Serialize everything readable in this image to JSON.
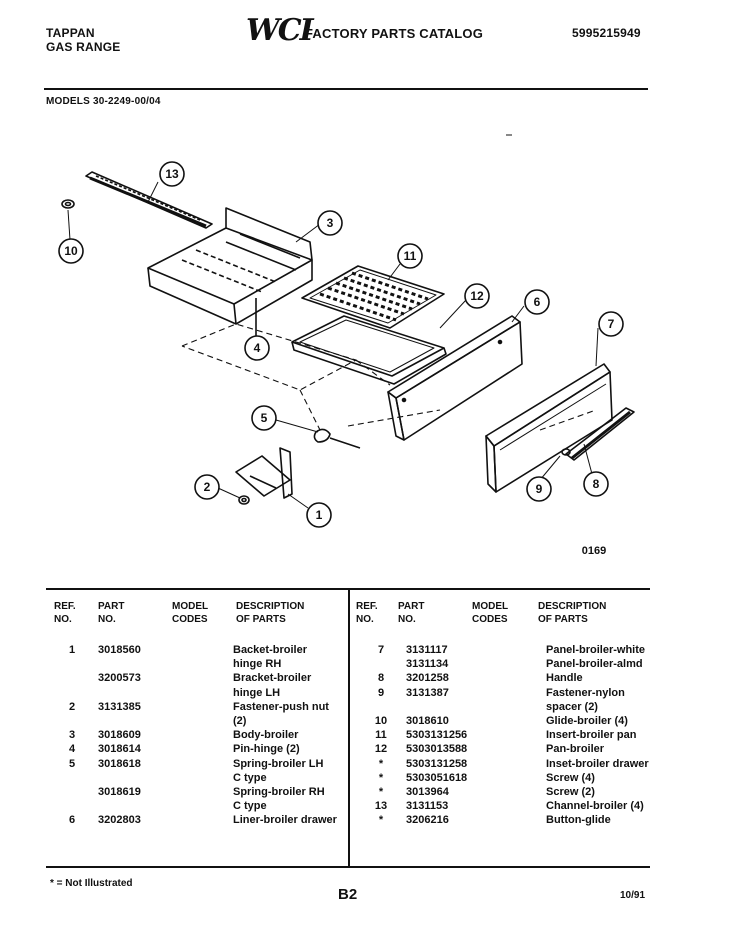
{
  "header": {
    "brand": "TAPPAN",
    "product": "GAS RANGE",
    "logo": "WCI",
    "catalog_title": "FACTORY PARTS CATALOG",
    "catalog_number": "5995215949",
    "models": "MODELS 30-2249-00/04"
  },
  "diagram": {
    "callouts": [
      "1",
      "2",
      "3",
      "4",
      "5",
      "6",
      "7",
      "8",
      "9",
      "10",
      "11",
      "12",
      "13"
    ],
    "figure_code": "0169"
  },
  "table": {
    "headers": {
      "ref_no": "REF.\nNO.",
      "part_no": "PART\nNO.",
      "model_codes": "MODEL\nCODES",
      "description": "DESCRIPTION\nOF PARTS"
    },
    "left_rows": [
      {
        "ref": "1",
        "part": "3018560",
        "desc": "Backet-broiler\nhinge RH"
      },
      {
        "ref": "",
        "part": "3200573",
        "desc": "Bracket-broiler\nhinge LH"
      },
      {
        "ref": "2",
        "part": "3131385",
        "desc": "Fastener-push nut\n(2)"
      },
      {
        "ref": "3",
        "part": "3018609",
        "desc": "Body-broiler"
      },
      {
        "ref": "4",
        "part": "3018614",
        "desc": "Pin-hinge (2)"
      },
      {
        "ref": "5",
        "part": "3018618",
        "desc": "Spring-broiler LH\nC type"
      },
      {
        "ref": "",
        "part": "3018619",
        "desc": "Spring-broiler RH\nC type"
      },
      {
        "ref": "6",
        "part": "3202803",
        "desc": "Liner-broiler drawer"
      }
    ],
    "right_rows": [
      {
        "ref": "7",
        "part": "3131117\n3131134",
        "desc": "Panel-broiler-white\nPanel-broiler-almd"
      },
      {
        "ref": "8",
        "part": "3201258",
        "desc": "Handle"
      },
      {
        "ref": "9",
        "part": "3131387",
        "desc": "Fastener-nylon\nspacer (2)"
      },
      {
        "ref": "10",
        "part": "3018610",
        "desc": "Glide-broiler (4)"
      },
      {
        "ref": "11",
        "part": "5303131256",
        "desc": "Insert-broiler pan"
      },
      {
        "ref": "12",
        "part": "5303013588",
        "desc": "Pan-broiler"
      },
      {
        "ref": "*",
        "part": "5303131258",
        "desc": "Inset-broiler drawer"
      },
      {
        "ref": "*",
        "part": "5303051618",
        "desc": "Screw (4)"
      },
      {
        "ref": "*",
        "part": "3013964",
        "desc": "Screw (2)"
      },
      {
        "ref": "13",
        "part": "3131153",
        "desc": "Channel-broiler (4)"
      },
      {
        "ref": "*",
        "part": "3206216",
        "desc": "Button-glide"
      }
    ]
  },
  "footer": {
    "note": "* = Not Illustrated",
    "page": "B2",
    "date": "10/91"
  }
}
